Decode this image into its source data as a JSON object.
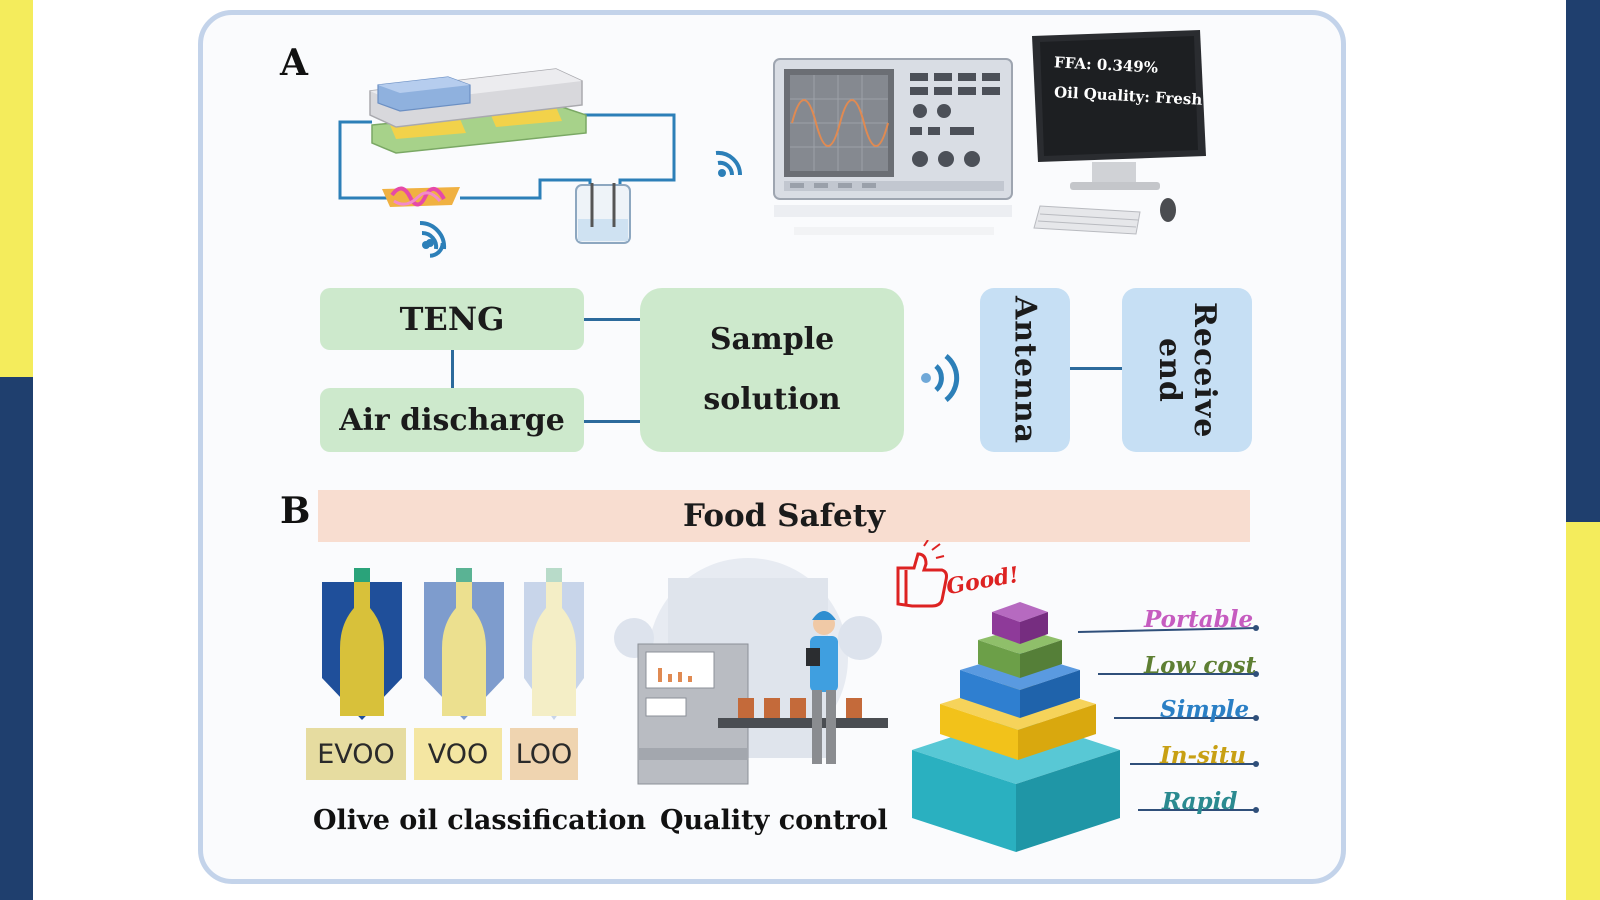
{
  "panel_a": {
    "letter": "A",
    "screen": {
      "ffa": "FFA: 0.349%",
      "quality": "Oil Quality: Fresh"
    },
    "boxes": {
      "teng": "TENG",
      "air": "Air discharge",
      "sample_line1": "Sample",
      "sample_line2": "solution",
      "antenna": "Antenna",
      "receive": "Receive end"
    }
  },
  "panel_b": {
    "letter": "B",
    "banner": "Food Safety",
    "bottles": [
      {
        "label": "EVOO",
        "color": "#d8c13a"
      },
      {
        "label": "VOO",
        "color": "#ece08f"
      },
      {
        "label": "LOO",
        "color": "#f4eec6"
      }
    ],
    "captions": {
      "classification": "Olive oil classification",
      "quality": "Quality control"
    },
    "good": "Good!",
    "features": [
      {
        "label": "Portable",
        "color": "#c65cc0"
      },
      {
        "label": "Low cost",
        "color": "#5e7f33"
      },
      {
        "label": "Simple",
        "color": "#2a7fc5"
      },
      {
        "label": "In-situ",
        "color": "#c8a014"
      },
      {
        "label": "Rapid",
        "color": "#2a8a90"
      }
    ]
  },
  "colors": {
    "frame": "#c3d3ea",
    "green_box": "#cde9cc",
    "blue_box": "#c6dff4",
    "banner": "#f8ddd0",
    "navy": "#1f3f6e",
    "yellow": "#f4ec5c"
  }
}
